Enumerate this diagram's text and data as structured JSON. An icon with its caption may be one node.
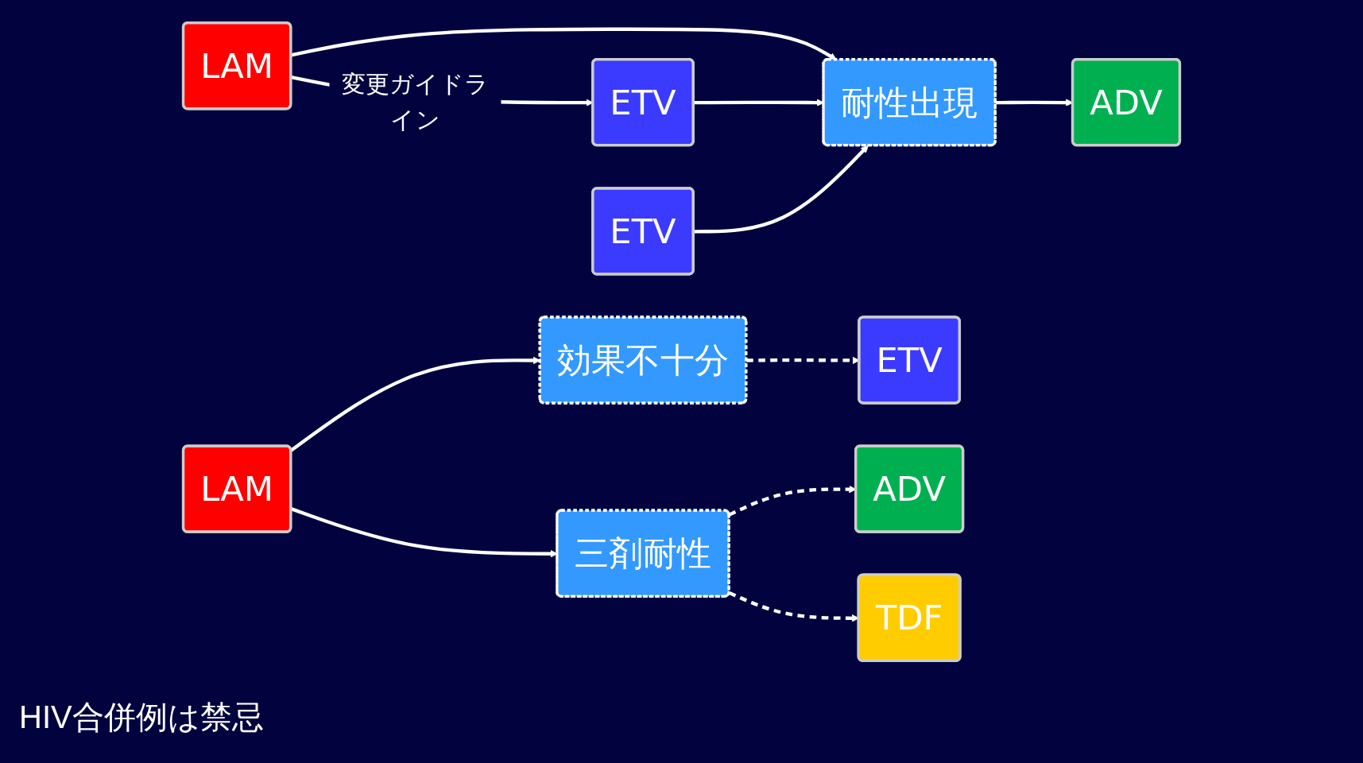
{
  "diagram": {
    "nodes": [
      {
        "text": [
          "LAM"
        ]
      },
      {
        "text": [
          "ETV"
        ]
      },
      {
        "text": [
          "ETV"
        ]
      },
      {
        "text": [
          "耐性出現"
        ]
      },
      {
        "text": [
          "ADV"
        ]
      },
      {
        "text": [
          "LAM"
        ]
      },
      {
        "text": [
          "効果不十分"
        ]
      },
      {
        "text": [
          "三剤耐性"
        ]
      },
      {
        "text": [
          "ETV"
        ]
      },
      {
        "text": [
          "ADV"
        ]
      },
      {
        "text": [
          "TDF"
        ]
      }
    ],
    "edges": [
      {
        "from": 0,
        "to": 3,
        "arrow": "to"
      },
      {
        "from": 0,
        "to": 1,
        "arrow": "to",
        "label": "変更ガイドライン"
      },
      {
        "from": 1,
        "to": 3,
        "arrow": "to"
      },
      {
        "from": 2,
        "to": 3,
        "arrow": "to"
      },
      {
        "from": 3,
        "to": 4,
        "arrow": "to"
      },
      {
        "from": 5,
        "to": 6,
        "arrow": "to"
      },
      {
        "from": 5,
        "to": 7,
        "arrow": "to"
      },
      {
        "from": 6,
        "to": 8,
        "arrow": "to",
        "style": "dashed"
      },
      {
        "from": 7,
        "to": 9,
        "arrow": "to",
        "style": "dashed"
      },
      {
        "from": 7,
        "to": 10,
        "arrow": "to",
        "style": "dashed"
      }
    ],
    "labels": [
      "HIV合併例は禁忌"
    ]
  }
}
